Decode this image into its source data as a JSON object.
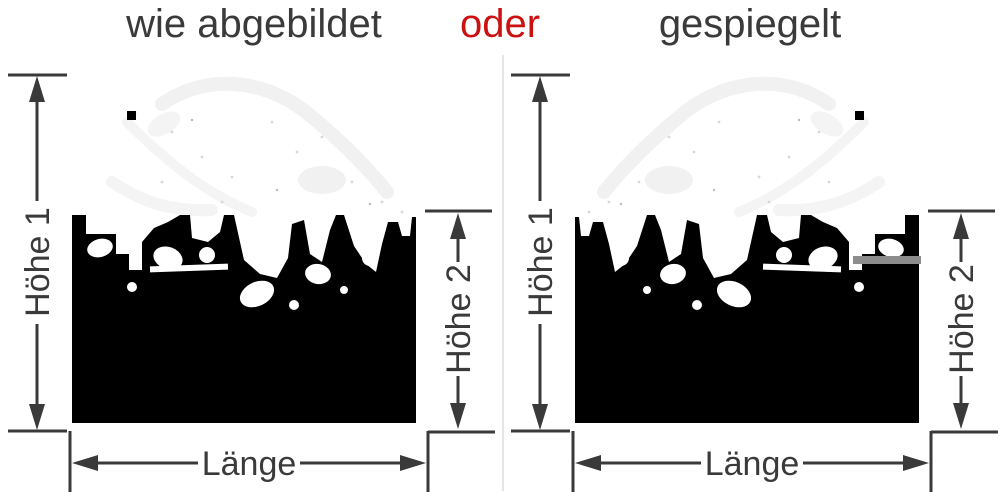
{
  "header": {
    "left_option": "wie abgebildet",
    "conjunction": "oder",
    "right_option": "gespiegelt"
  },
  "dimensions": {
    "height1_label": "Höhe 1",
    "height2_label": "Höhe 2",
    "length_label": "Länge"
  },
  "panels": {
    "left": {
      "label": "wie abgebildet",
      "mirrored": false
    },
    "right": {
      "label": "gespiegelt",
      "mirrored": true
    }
  },
  "colors": {
    "text": "#3a3a3a",
    "accent_red": "#cc1111",
    "dimension_lines": "#3a3a3a",
    "silhouette": "#000000",
    "gray_bar": "#8c8c8c",
    "divider": "#e5e5e5"
  }
}
